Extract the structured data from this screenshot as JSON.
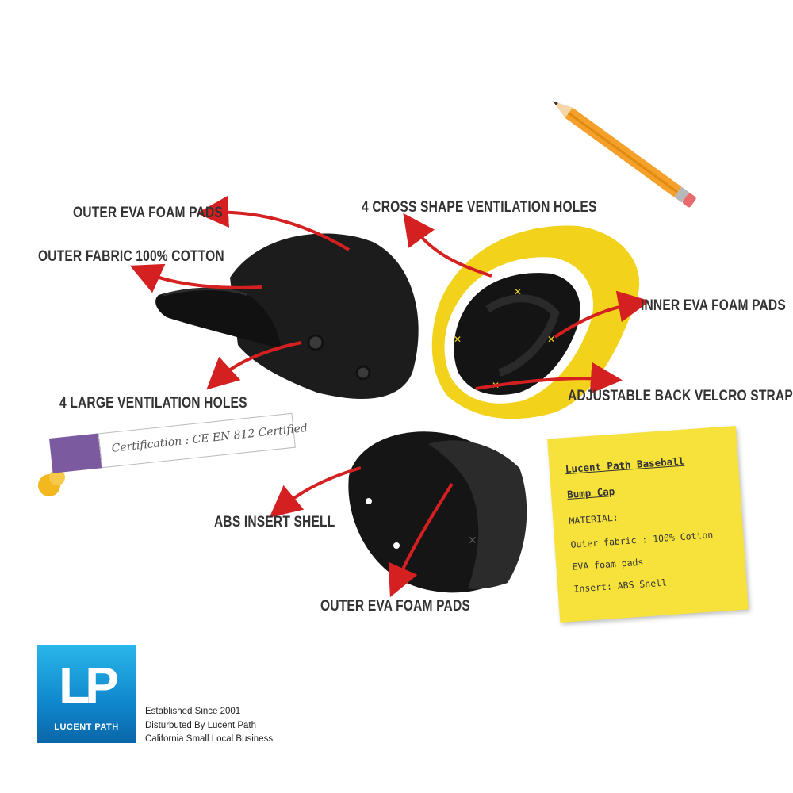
{
  "callouts": {
    "outer_eva_top": "OUTER EVA FOAM PADS",
    "outer_fabric": "OUTER FABRIC 100% COTTON",
    "large_vent_holes": "4 LARGE VENTILATION HOLES",
    "cross_vent_holes": "4 CROSS SHAPE VENTILATION HOLES",
    "inner_eva": "INNER EVA FOAM PADS",
    "velcro_strap": "ADJUSTABLE BACK VELCRO STRAP",
    "abs_shell": "ABS INSERT SHELL",
    "outer_eva_bottom": "OUTER EVA FOAM PADS"
  },
  "certification": "Certification : CE EN 812 Certified",
  "note": {
    "title_line1": "Lucent Path Baseball",
    "title_line2": "Bump Cap",
    "material_label": "MATERIAL:",
    "line1": "Outer fabric : 100% Cotton",
    "line2": "EVA foam pads",
    "line3": "Insert: ABS Shell"
  },
  "logo": {
    "mark": "LP",
    "name": "LUCENT PATH"
  },
  "business_info": {
    "line1": "Established Since 2001",
    "line2": "Disturbuted By Lucent Path",
    "line3": "California Small Local Business"
  },
  "colors": {
    "arrow": "#d42020",
    "cap_black": "#1c1c1c",
    "lining_yellow": "#f2d21a",
    "note_yellow": "#f6e23a",
    "logo_blue": "#1592d6",
    "tag_purple": "#7b5aa0"
  }
}
